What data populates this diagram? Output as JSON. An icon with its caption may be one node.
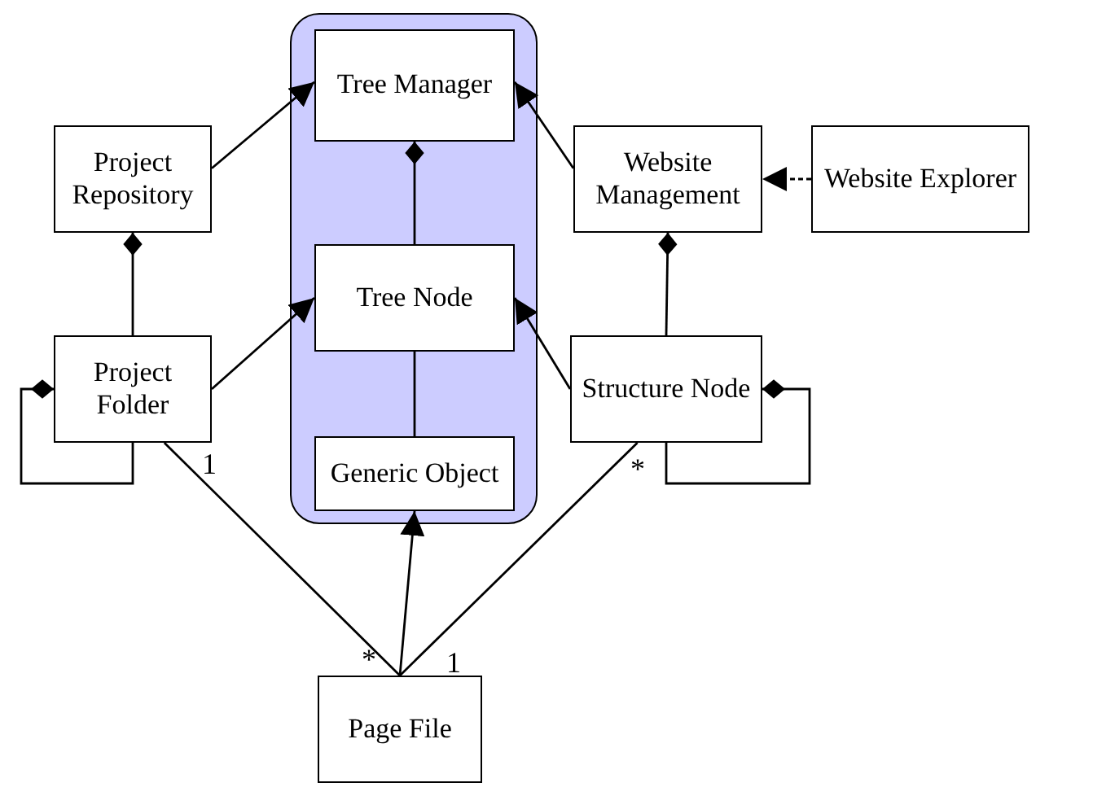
{
  "diagram": {
    "nodes": [
      {
        "text": [],
        "shape": "box"
      },
      {
        "text": [
          "Tree Manager"
        ],
        "in": 0
      },
      {
        "text": [
          "Tree Node"
        ],
        "in": 0
      },
      {
        "text": [
          "Generic Object"
        ],
        "in": 0
      },
      {
        "text": [
          "Project Repository"
        ]
      },
      {
        "text": [
          "Website Management"
        ]
      },
      {
        "text": [
          "Website Explorer"
        ]
      },
      {
        "text": [
          "Project Folder"
        ]
      },
      {
        "text": [
          "Structure Node"
        ]
      },
      {
        "text": [
          "Page File"
        ]
      }
    ],
    "edges": [
      {
        "from": 4,
        "to": 1,
        "arrow": "to"
      },
      {
        "from": 5,
        "to": 1,
        "arrow": "to"
      },
      {
        "from": 6,
        "to": 5,
        "arrow": "to",
        "style": "dashed"
      },
      {
        "from": 2,
        "to": 1,
        "arrow": "other"
      },
      {
        "from": 7,
        "to": 4,
        "arrow": "other"
      },
      {
        "from": 8,
        "to": 5,
        "arrow": "other"
      },
      {
        "from": 7,
        "to": 2,
        "arrow": "to"
      },
      {
        "from": 8,
        "to": 2,
        "arrow": "to"
      },
      {
        "from": 3,
        "to": 2,
        "arrow": "none"
      },
      {
        "from": 7,
        "to": 7,
        "arrow": "other"
      },
      {
        "from": 8,
        "to": 8,
        "arrow": "other"
      },
      {
        "from": 9,
        "to": 3,
        "arrow": "to"
      },
      {
        "from": 9,
        "to": 7,
        "arrow": "none"
      },
      {
        "from": 9,
        "to": 8,
        "arrow": "none"
      }
    ],
    "labels": [
      "1",
      "*",
      "*",
      "1"
    ]
  }
}
